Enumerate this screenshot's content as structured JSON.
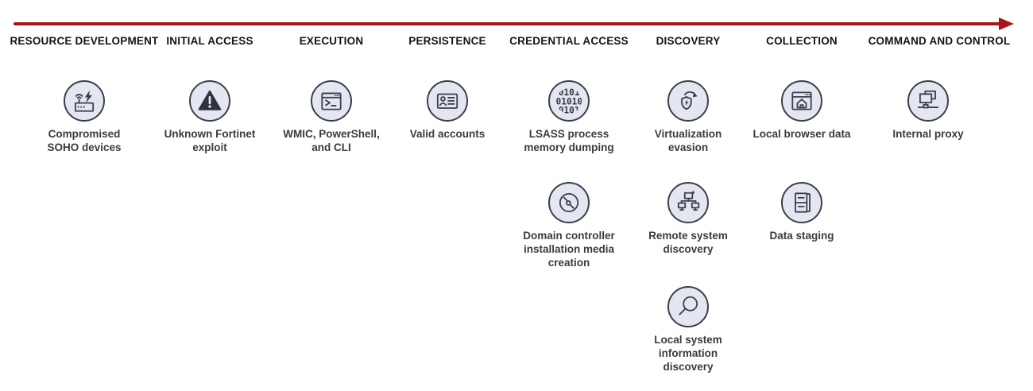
{
  "timeline": {
    "arrow_color": "#a91519"
  },
  "colors": {
    "icon_fill": "#e4e7f2",
    "icon_stroke": "#3a3f49",
    "header_text": "#141414",
    "label_text": "#3b3b3b"
  },
  "tactics": [
    {
      "label": "RESOURCE DEVELOPMENT",
      "techniques": [
        {
          "label": "Compromised\nSOHO devices",
          "icon": "router-lightning-icon"
        }
      ]
    },
    {
      "label": "INITIAL ACCESS",
      "techniques": [
        {
          "label": "Unknown Fortinet\nexploit",
          "icon": "warning-triangle-icon"
        }
      ]
    },
    {
      "label": "EXECUTION",
      "techniques": [
        {
          "label": "WMIC, PowerShell,\nand CLI",
          "icon": "terminal-window-icon"
        }
      ]
    },
    {
      "label": "PERSISTENCE",
      "techniques": [
        {
          "label": "Valid accounts",
          "icon": "id-card-icon"
        }
      ]
    },
    {
      "label": "CREDENTIAL ACCESS",
      "techniques": [
        {
          "label": "LSASS process\nmemory dumping",
          "icon": "binary-code-icon"
        },
        {
          "label": "Domain controller\ninstallation media\ncreation",
          "icon": "disc-media-icon"
        }
      ]
    },
    {
      "label": "DISCOVERY",
      "techniques": [
        {
          "label": "Virtualization\nevasion",
          "icon": "shield-refresh-icon"
        },
        {
          "label": "Remote system\ndiscovery",
          "icon": "network-tree-icon"
        },
        {
          "label": "Local system\ninformation\ndiscovery",
          "icon": "magnifier-icon"
        }
      ]
    },
    {
      "label": "COLLECTION",
      "techniques": [
        {
          "label": "Local browser data",
          "icon": "browser-home-icon"
        },
        {
          "label": "Data staging",
          "icon": "drawer-cabinet-icon"
        }
      ]
    },
    {
      "label": "COMMAND AND CONTROL",
      "techniques": [
        {
          "label": "Internal proxy",
          "icon": "dual-monitor-network-icon"
        }
      ]
    }
  ]
}
